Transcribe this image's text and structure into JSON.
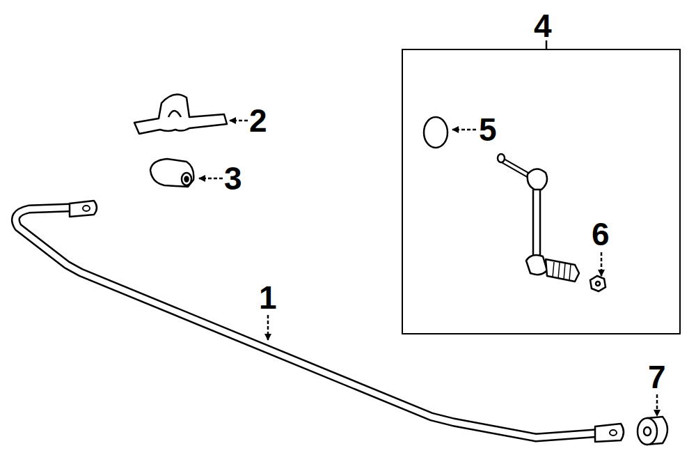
{
  "diagram": {
    "nodes": [
      {
        "text": [
          "4"
        ]
      }
    ],
    "labels": [
      "1",
      "2",
      "3",
      "5",
      "6",
      "7"
    ]
  }
}
